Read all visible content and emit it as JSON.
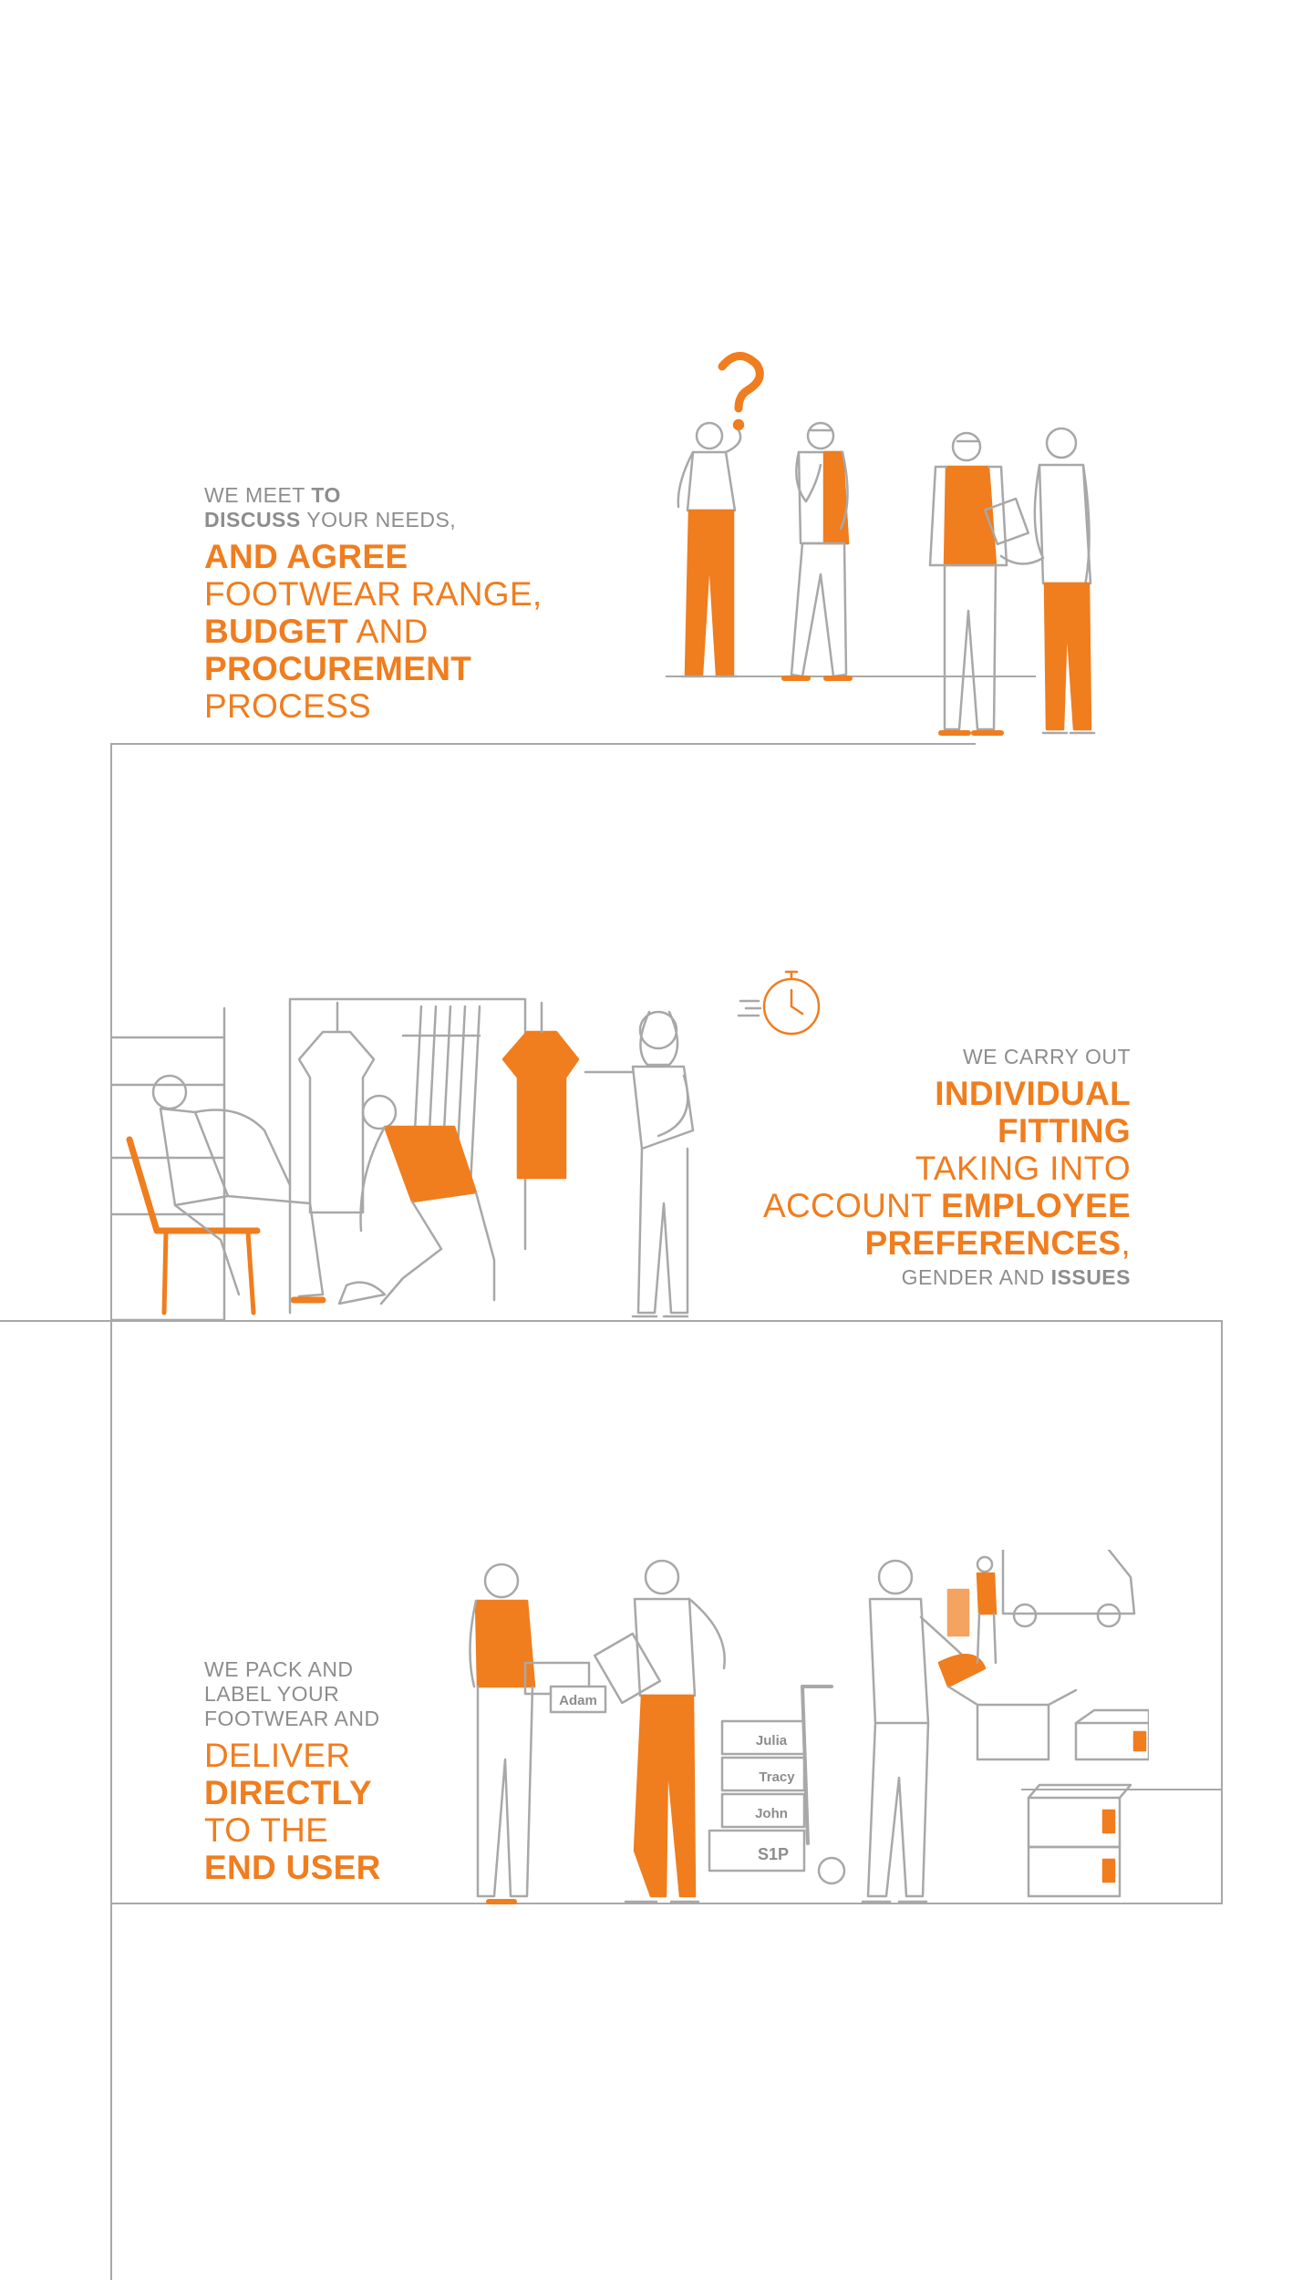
{
  "colors": {
    "accent": "#f07d1e",
    "text_grey": "#8d8d8d",
    "line_grey": "#a8a8a8",
    "background": "#ffffff"
  },
  "section1": {
    "line1_a": "WE MEET ",
    "line1_b": "TO",
    "line2_a": "DISCUSS",
    "line2_b": " YOUR NEEDS,",
    "line3": "AND AGREE",
    "line4": "FOOTWEAR RANGE,",
    "line5_a": "BUDGET",
    "line5_b": " AND",
    "line6": "PROCUREMENT",
    "line7": "PROCESS",
    "icons": [
      "question-mark-icon",
      "handshake-illustration"
    ]
  },
  "section2": {
    "line1": "WE CARRY OUT",
    "line2": "INDIVIDUAL",
    "line3": "FITTING",
    "line4": "TAKING INTO",
    "line5_a": "ACCOUNT ",
    "line5_b": "EMPLOYEE",
    "line6_a": "PREFERENCES",
    "line6_b": ",",
    "line7_a": "GENDER AND ",
    "line7_b": "ISSUES",
    "icons": [
      "stopwatch-icon",
      "clothing-rack-illustration"
    ]
  },
  "section3": {
    "line1": "WE PACK AND",
    "line2": "LABEL YOUR",
    "line3": "FOOTWEAR AND",
    "line4": "DELIVER",
    "line5": "DIRECTLY",
    "line6": "TO THE",
    "line7": "END USER",
    "box_labels": {
      "adam": "Adam",
      "julia": "Julia",
      "tracy": "Tracy",
      "john": "John",
      "s1p": "S1P"
    },
    "icons": [
      "delivery-van-illustration",
      "parcel-box-icon"
    ]
  }
}
